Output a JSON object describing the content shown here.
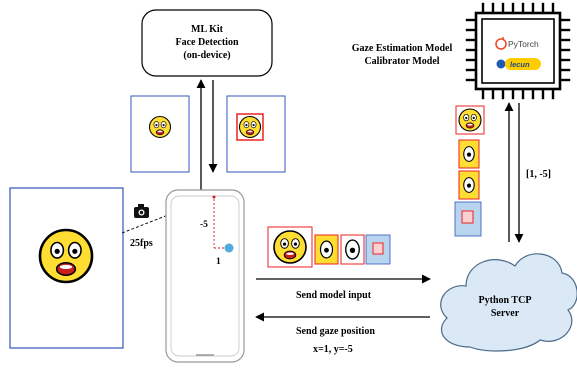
{
  "mlkit": {
    "line1": "ML Kit",
    "line2": "Face Detection",
    "line3": "(on-device)"
  },
  "camera": {
    "fps_label": "25fps"
  },
  "phone": {
    "y_offset": "-5",
    "x_offset": "1"
  },
  "model": {
    "line1": "Gaze Estimation Model",
    "line2": "Calibrator Model"
  },
  "logos": {
    "pytorch": "PyTorch",
    "lecun": "lecun"
  },
  "server": {
    "line1": "Python TCP",
    "line2": "Server"
  },
  "arrows": {
    "send_input": "Send model input",
    "send_gaze": "Send gaze position",
    "gaze_value": "x=1, y=-5",
    "chip_output": "[1, -5]"
  },
  "colors": {
    "frame_blue": "#3355bb",
    "highlight_red": "#ee2222",
    "face_yellow": "#ffdd33",
    "cloud_fill": "#dbe9f6",
    "cloud_stroke": "#4a6a8a",
    "gaze_dot": "#55aadd"
  }
}
